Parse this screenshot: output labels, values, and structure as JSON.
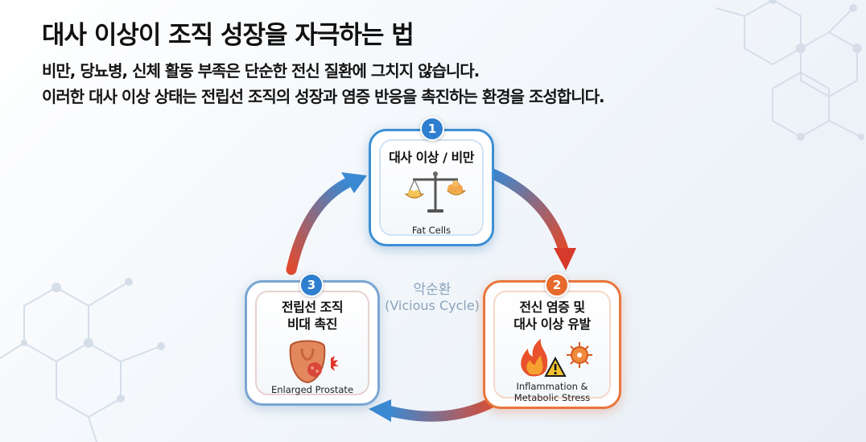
{
  "title": "대사 이상이 조직 성장을 자극하는 법",
  "subtitle_line1": "비만, 당뇨병, 신체 활동 부족은 단순한 전신 질환에 그치지 않습니다.",
  "subtitle_line2": "이러한 대사 이상 상태는 전립선 조직의 성장과 염증 반응을 촉진하는 환경을 조성합니다.",
  "cycle": {
    "label_ko": "악순환",
    "label_en": "(Vicious Cycle)"
  },
  "steps": [
    {
      "number": "1",
      "title_line1": "대사 이상 / 비만",
      "caption": "Fat Cells",
      "icon": "scale-with-fat-cells-icon",
      "accent": "#2e7fcf"
    },
    {
      "number": "2",
      "title_line1": "전신 염증 및",
      "title_line2": "대사 이상 유발",
      "caption_line1": "Inflammation &",
      "caption_line2": "Metabolic Stress",
      "icon": "fire-warning-virus-icon",
      "accent": "#e56a2c"
    },
    {
      "number": "3",
      "title_line1": "전립선 조직",
      "title_line2": "비대 촉진",
      "caption": "Enlarged Prostate",
      "icon": "enlarged-prostate-icon",
      "accent": "#2e7fcf"
    }
  ],
  "colors": {
    "blue": "#2e7fcf",
    "orange": "#e56a2c",
    "red": "#d63a2a"
  }
}
